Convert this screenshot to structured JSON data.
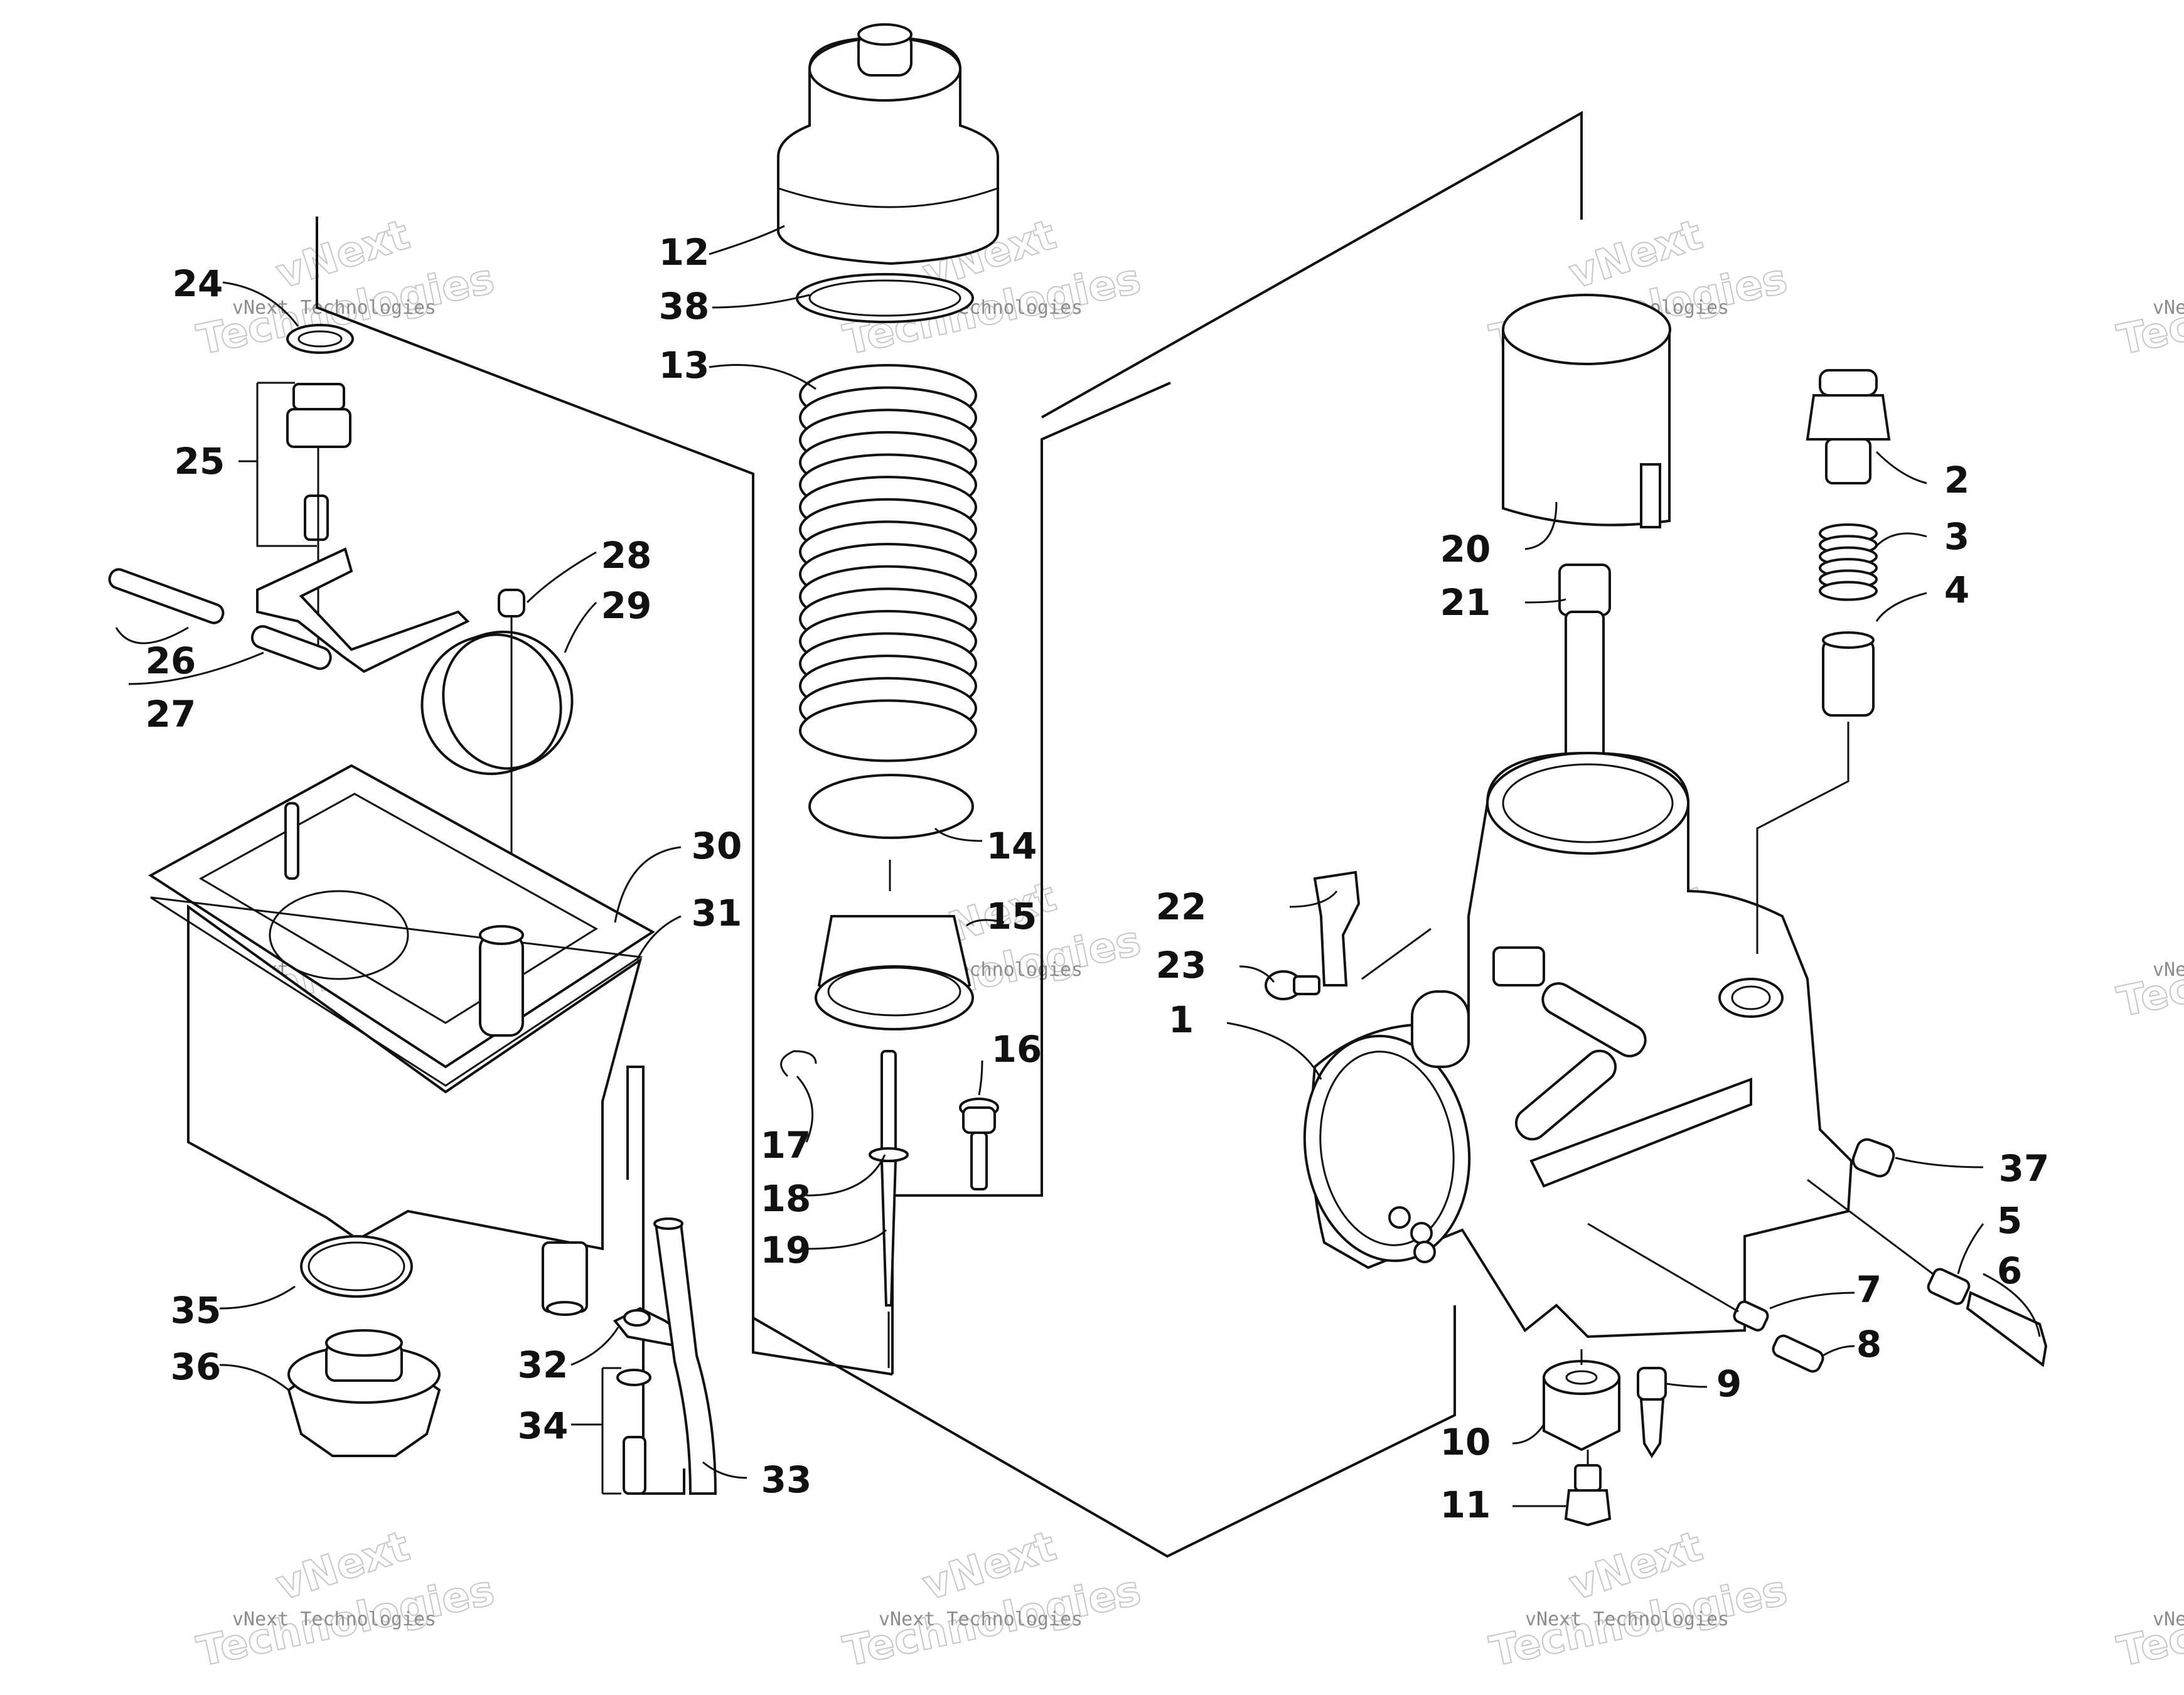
{
  "diagram": {
    "watermark": {
      "line1": "vNext Technologies",
      "line2": "vNext",
      "line3": "Technologies"
    },
    "callouts": [
      {
        "label": "1"
      },
      {
        "label": "2"
      },
      {
        "label": "3"
      },
      {
        "label": "4"
      },
      {
        "label": "5"
      },
      {
        "label": "6"
      },
      {
        "label": "7"
      },
      {
        "label": "8"
      },
      {
        "label": "9"
      },
      {
        "label": "10"
      },
      {
        "label": "11"
      },
      {
        "label": "12"
      },
      {
        "label": "13"
      },
      {
        "label": "14"
      },
      {
        "label": "15"
      },
      {
        "label": "16"
      },
      {
        "label": "17"
      },
      {
        "label": "18"
      },
      {
        "label": "19"
      },
      {
        "label": "20"
      },
      {
        "label": "21"
      },
      {
        "label": "22"
      },
      {
        "label": "23"
      },
      {
        "label": "24"
      },
      {
        "label": "25"
      },
      {
        "label": "26"
      },
      {
        "label": "27"
      },
      {
        "label": "28"
      },
      {
        "label": "29"
      },
      {
        "label": "30"
      },
      {
        "label": "31"
      },
      {
        "label": "32"
      },
      {
        "label": "33"
      },
      {
        "label": "34"
      },
      {
        "label": "35"
      },
      {
        "label": "36"
      },
      {
        "label": "37"
      },
      {
        "label": "38"
      }
    ]
  }
}
